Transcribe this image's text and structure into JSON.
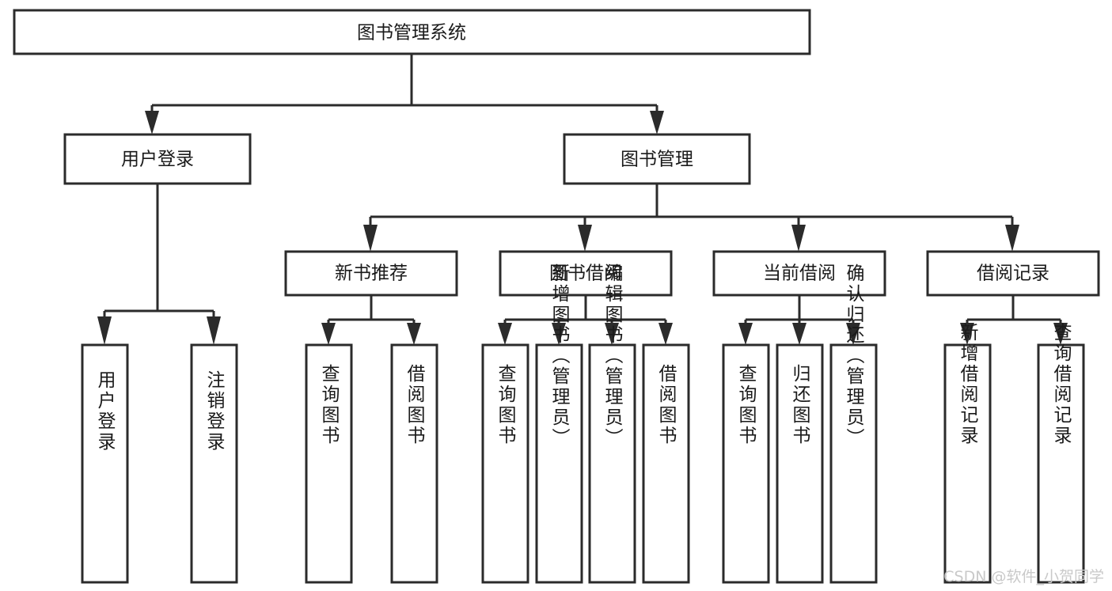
{
  "diagram": {
    "type": "tree-hierarchy-flowchart",
    "title": "图书管理系统",
    "watermark": "CSDN @软件_小贺同学",
    "colors": {
      "background": "#ffffff",
      "box_stroke": "#2b2b2b",
      "box_fill": "#ffffff",
      "edge": "#2b2b2b",
      "text": "#1a1a1a",
      "watermark": "#c9c9c9"
    },
    "levels": {
      "level1": [
        {
          "id": "root",
          "label": "图书管理系统"
        }
      ],
      "level2": [
        {
          "id": "user-login",
          "label": "用户登录",
          "parent": "root"
        },
        {
          "id": "book-management",
          "label": "图书管理",
          "parent": "root"
        }
      ],
      "level3": [
        {
          "id": "new-book-recommend",
          "label": "新书推荐",
          "parent": "book-management"
        },
        {
          "id": "book-borrow",
          "label": "图书借阅",
          "parent": "book-management"
        },
        {
          "id": "current-borrow",
          "label": "当前借阅",
          "parent": "book-management"
        },
        {
          "id": "borrow-record",
          "label": "借阅记录",
          "parent": "book-management"
        }
      ],
      "leaves": [
        {
          "id": "leaf-user-login",
          "label": "用户登录",
          "parent": "user-login"
        },
        {
          "id": "leaf-logout-login",
          "label": "注销登录",
          "parent": "user-login"
        },
        {
          "id": "leaf-query-book-1",
          "label": "查询图书",
          "parent": "new-book-recommend"
        },
        {
          "id": "leaf-borrow-book-1",
          "label": "借阅图书",
          "parent": "new-book-recommend"
        },
        {
          "id": "leaf-query-book-2",
          "label": "查询图书",
          "parent": "book-borrow"
        },
        {
          "id": "leaf-add-book-admin",
          "label": "新增图书（管理员）",
          "parent": "book-borrow"
        },
        {
          "id": "leaf-edit-book-admin",
          "label": "编辑图书（管理员）",
          "parent": "book-borrow"
        },
        {
          "id": "leaf-borrow-book-2",
          "label": "借阅图书",
          "parent": "book-borrow"
        },
        {
          "id": "leaf-query-book-3",
          "label": "查询图书",
          "parent": "current-borrow"
        },
        {
          "id": "leaf-return-book",
          "label": "归还图书",
          "parent": "current-borrow"
        },
        {
          "id": "leaf-confirm-return-admin",
          "label": "确认归还（管理员）",
          "parent": "current-borrow"
        },
        {
          "id": "leaf-add-borrow-record",
          "label": "新增借阅记录",
          "parent": "borrow-record"
        },
        {
          "id": "leaf-query-borrow-record",
          "label": "查询借阅记录",
          "parent": "borrow-record"
        }
      ]
    }
  }
}
